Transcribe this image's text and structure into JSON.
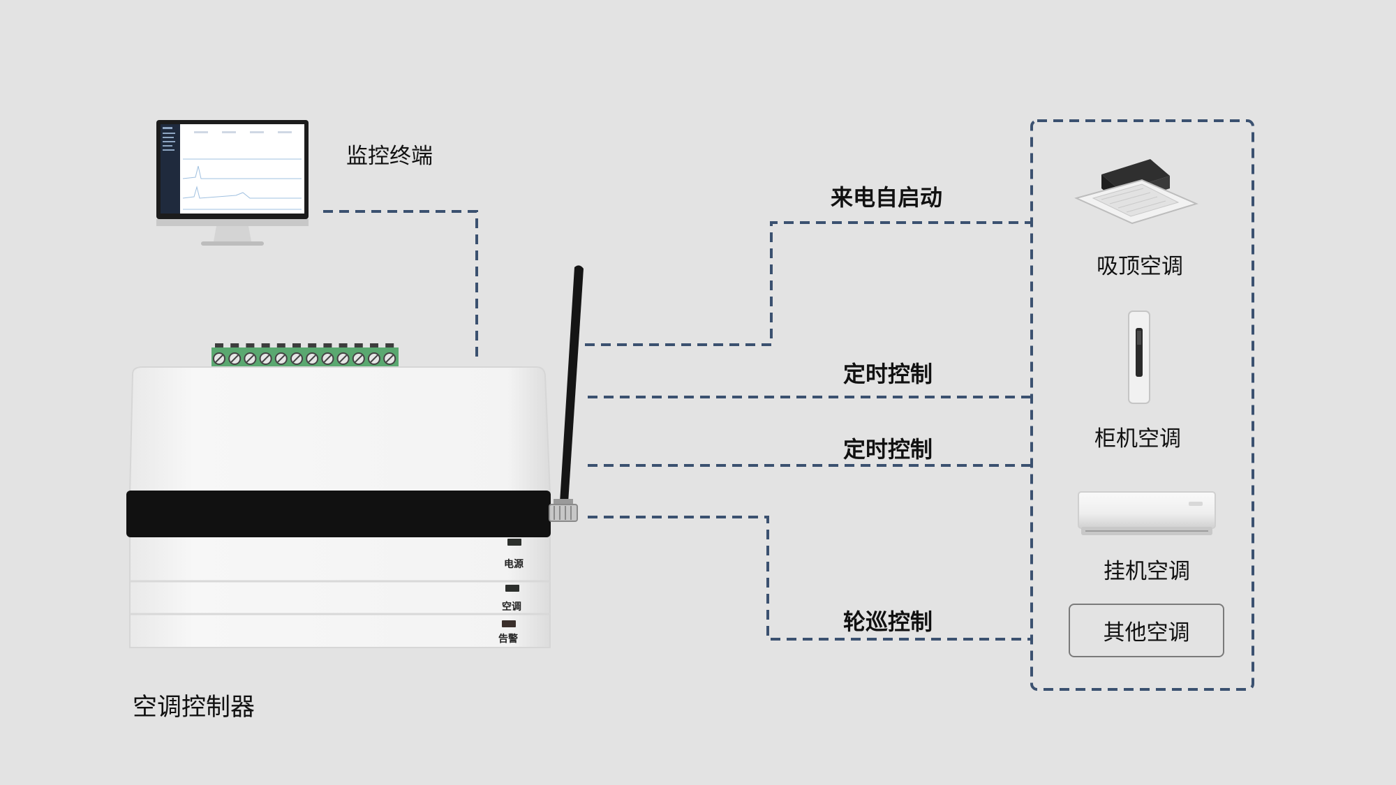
{
  "controller": {
    "label": "空调控制器",
    "leds": [
      {
        "label": "电源"
      },
      {
        "label": "空调"
      },
      {
        "label": "告警"
      }
    ]
  },
  "monitor": {
    "label": "监控终端"
  },
  "functions": [
    {
      "label": "来电自启动"
    },
    {
      "label": "定时控制"
    },
    {
      "label": "定时控制"
    },
    {
      "label": "轮巡控制"
    }
  ],
  "ac_units": [
    {
      "label": "吸顶空调",
      "icon": "ceiling-ac-icon"
    },
    {
      "label": "柜机空调",
      "icon": "floor-ac-icon"
    },
    {
      "label": "挂机空调",
      "icon": "wall-ac-icon"
    },
    {
      "label": "其他空调",
      "icon": "box"
    }
  ],
  "colors": {
    "background": "#e3e3e3",
    "connector": "#3b5170",
    "terminal_block": "#5aa870",
    "controller_body": "#f4f4f4"
  }
}
